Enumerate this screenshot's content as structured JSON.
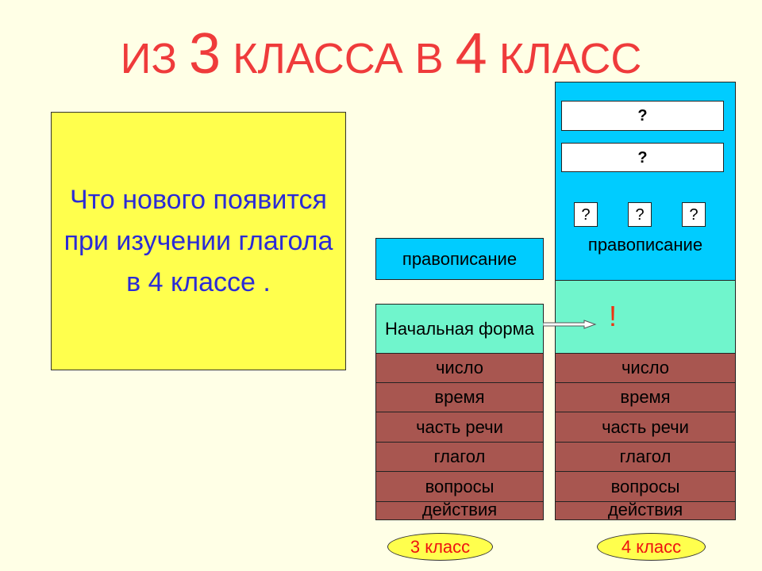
{
  "title": {
    "part1": "ИЗ ",
    "num1": "3",
    "part2": " КЛАССА В ",
    "num2": "4",
    "part3": " КЛАСС"
  },
  "question_text": "Что нового появится при изучении глагола в 4 классе .",
  "grade3": {
    "spelling": "правописание",
    "initial_form": "Начальная форма",
    "rows": [
      "число",
      "время",
      "часть речи",
      "глагол",
      "вопросы",
      "действия"
    ],
    "label": "3 класс"
  },
  "grade4": {
    "unknown_wide": [
      "?",
      "?"
    ],
    "unknown_small": [
      "?",
      "?",
      "?"
    ],
    "spelling": "правописание",
    "exclamation": "!",
    "rows": [
      "число",
      "время",
      "часть речи",
      "глагол",
      "вопросы",
      "действия"
    ],
    "label": "4 класс"
  }
}
